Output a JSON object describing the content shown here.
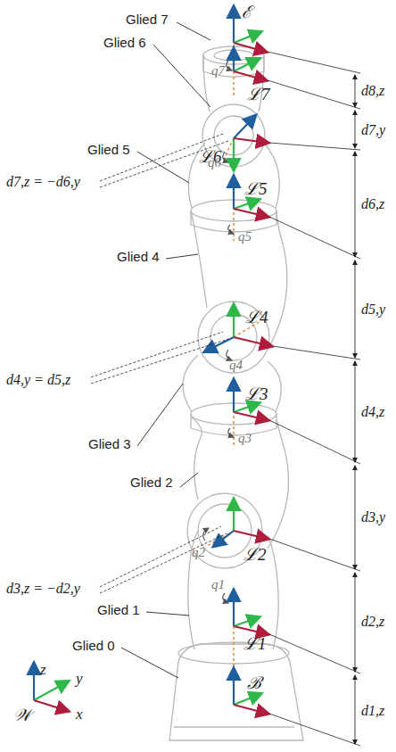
{
  "diagram": {
    "labels": [
      "Glied 7",
      "Glied 6",
      "Glied 5",
      "Glied 4",
      "Glied 3",
      "Glied 2",
      "Glied 1",
      "Glied 0",
      "ℰ",
      "ℒ7",
      "ℒ6",
      "ℒ5",
      "ℒ4",
      "ℒ3",
      "ℒ2",
      "ℒ1",
      "ℬ",
      "𝒲",
      "z",
      "y",
      "x",
      "q7",
      "q6",
      "q5",
      "q4",
      "q3",
      "q2",
      "q1",
      "d7,z = −d6,y",
      "d4,y = d5,z",
      "d3,z = −d2,y",
      "d8,z",
      "d7,y",
      "d6,z",
      "d5,y",
      "d4,z",
      "d3,y",
      "d2,z",
      "d1,z"
    ]
  }
}
